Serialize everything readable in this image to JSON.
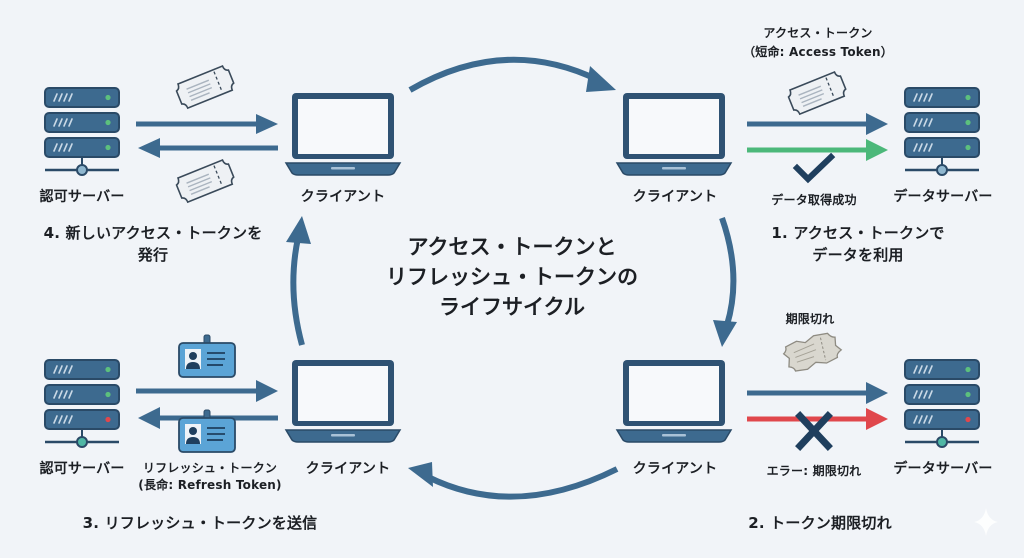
{
  "title": {
    "line1": "アクセス・トークンと",
    "line2": "リフレッシュ・トークンの",
    "line3": "ライフサイクル"
  },
  "colors": {
    "background": "#f1f4f8",
    "primary": "#3d6a8f",
    "server_dark": "#2f5273",
    "success": "#4cb87a",
    "error": "#e0474c",
    "check_mark": "#1f3f5e",
    "id_card": "#5ba4d6",
    "ticket": "#eef1f4",
    "expired_ticket": "#d9d7cf"
  },
  "steps": {
    "step1": {
      "line1": "1. アクセス・トークンで",
      "line2": "データを利用"
    },
    "step2": {
      "line1": "2. トークン期限切れ"
    },
    "step3": {
      "line1": "3. リフレッシュ・トークンを送信"
    },
    "step4": {
      "line1": "4. 新しいアクセス・トークンを",
      "line2": "発行"
    }
  },
  "nodes": {
    "auth_server_top": "認可サーバー",
    "client_top_left": "クライアント",
    "client_top_right": "クライアント",
    "data_server_top": "データサーバー",
    "auth_server_bottom": "認可サーバー",
    "client_bottom_left": "クライアント",
    "client_bottom_right": "クライアント",
    "data_server_bottom": "データサーバー"
  },
  "annotations": {
    "access_token_name": "アクセス・トークン",
    "access_token_desc": "（短命: Access Token）",
    "data_success": "データ取得成功",
    "expired": "期限切れ",
    "error_expired": "エラー: 期限切れ",
    "refresh_token_name": "リフレッシュ・トークン",
    "refresh_token_desc": "(長命: Refresh Token)"
  },
  "server_status_lights": {
    "auth_server_top": [
      "ok",
      "ok",
      "ok"
    ],
    "data_server_top": [
      "ok",
      "ok",
      "ok"
    ],
    "auth_server_bottom": [
      "ok",
      "ok",
      "error"
    ],
    "data_server_bottom": [
      "ok",
      "ok",
      "error"
    ]
  },
  "icons": {
    "server": "server-rack-icon",
    "client": "laptop-icon",
    "access_token": "ticket-icon",
    "expired_token": "crumpled-ticket-icon",
    "refresh_token": "id-badge-icon",
    "success": "check-icon",
    "failure": "cross-icon",
    "corner": "sparkle-icon"
  }
}
